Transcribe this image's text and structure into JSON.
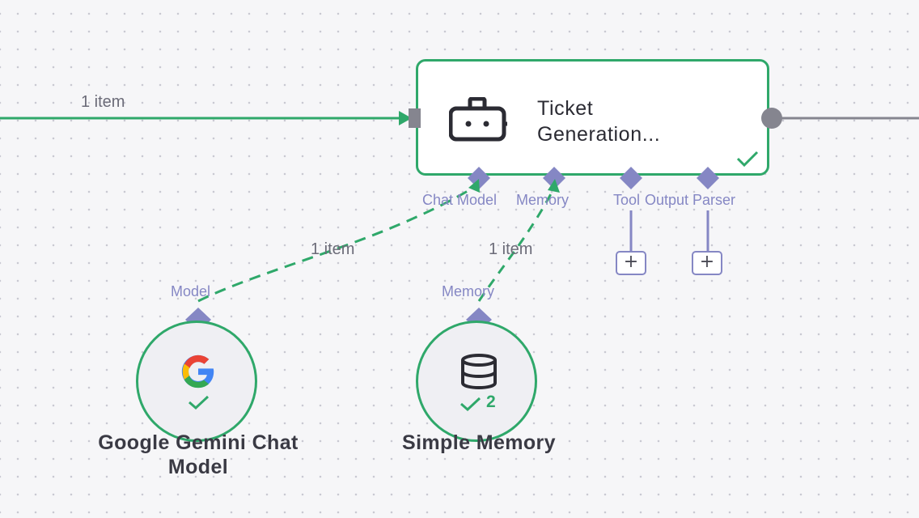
{
  "connections": {
    "main_input_label": "1 item",
    "model_link_label": "1 item",
    "memory_link_label": "1 item"
  },
  "agent_node": {
    "title_line1": "Ticket",
    "title_line2": "Generation...",
    "icon": "robot-icon",
    "status": "success-check-icon",
    "ports": {
      "chat_model": "Chat Model",
      "memory": "Memory",
      "tool": "Tool",
      "output_parser": "Output Parser"
    }
  },
  "gemini_node": {
    "name": "Google Gemini Chat Model",
    "port_label": "Model",
    "icon": "google-icon",
    "status": "success-check-icon"
  },
  "memory_node": {
    "name": "Simple Memory",
    "port_label": "Memory",
    "icon": "database-icon",
    "status": "success-check-icon",
    "run_count": "2"
  },
  "colors": {
    "success": "#2fa86a",
    "port": "#8587c4",
    "canvas": "#f6f6f8"
  }
}
